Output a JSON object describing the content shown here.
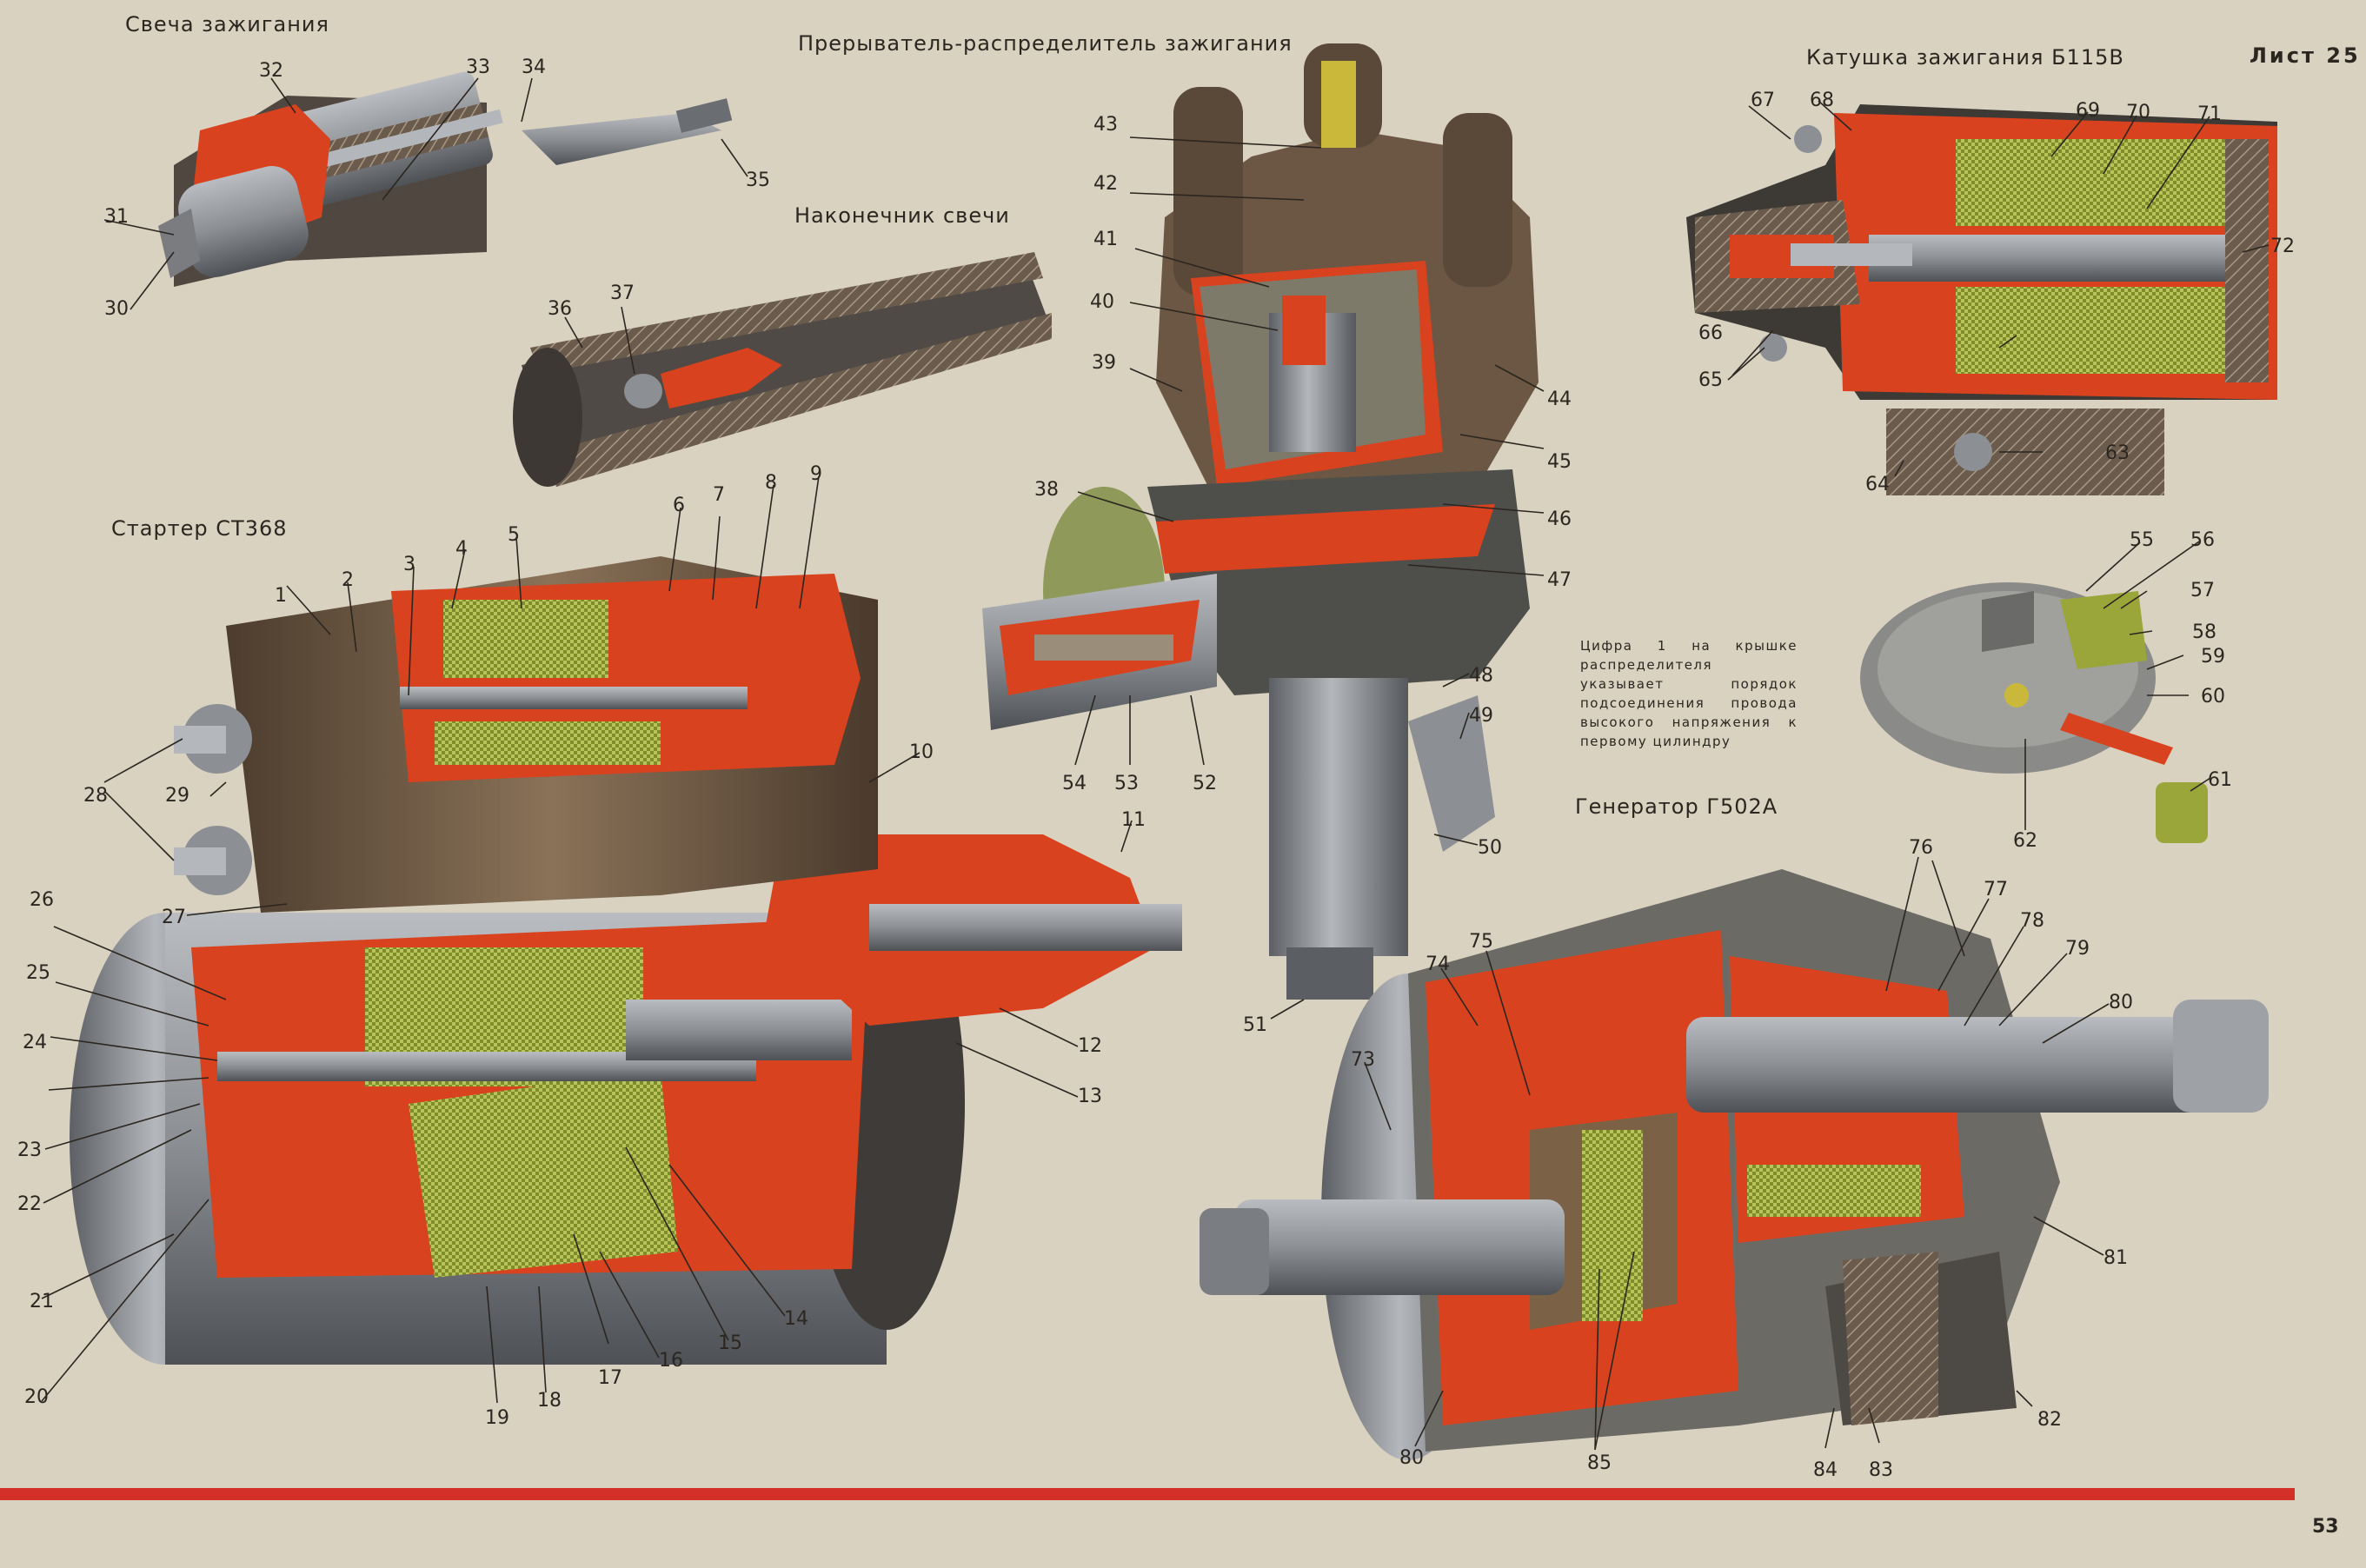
{
  "titles": {
    "spark_plug": "Свеча зажигания",
    "distributor": "Прерыватель-распределитель зажигания",
    "plug_tip": "Наконечник свечи",
    "coil": "Катушка зажигания Б115В",
    "sheet": "Лист 25",
    "starter": "Стартер СТ368",
    "generator": "Генератор Г502А"
  },
  "note": "Цифра 1 на крышке распределителя указывает порядок подсоединения провода высокого напряжения к первому цилиндру",
  "page_number": "53",
  "callouts": [
    "1",
    "2",
    "3",
    "4",
    "5",
    "6",
    "7",
    "8",
    "9",
    "10",
    "11",
    "12",
    "13",
    "14",
    "15",
    "16",
    "17",
    "18",
    "19",
    "20",
    "21",
    "22",
    "23",
    "24",
    "25",
    "26",
    "27",
    "28",
    "29",
    "30",
    "31",
    "32",
    "33",
    "34",
    "35",
    "36",
    "37",
    "38",
    "39",
    "40",
    "41",
    "42",
    "43",
    "44",
    "45",
    "46",
    "47",
    "48",
    "49",
    "50",
    "51",
    "52",
    "53",
    "54",
    "55",
    "56",
    "57",
    "58",
    "59",
    "60",
    "61",
    "62",
    "63",
    "64",
    "65",
    "66",
    "67",
    "68",
    "69",
    "70",
    "71",
    "72",
    "73",
    "74",
    "75",
    "76",
    "77",
    "78",
    "79",
    "80",
    "80",
    "81",
    "82",
    "83",
    "84",
    "85"
  ],
  "colors": {
    "paper": "#d9d2c0",
    "section_red": "#d9421f",
    "metal_grey": "#8e9094",
    "winding_green": "#9aa63a",
    "body_brown": "#6e5842",
    "rule_red": "#d4302a"
  }
}
